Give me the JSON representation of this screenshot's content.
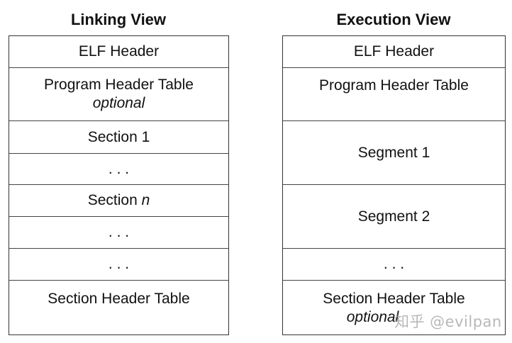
{
  "linking_view": {
    "title": "Linking View",
    "rows": {
      "elf_header": "ELF Header",
      "program_header_table": "Program Header Table",
      "program_header_note": "optional",
      "section_1": "Section 1",
      "ellipsis_1": ". . .",
      "section_n_prefix": "Section",
      "section_n_var": "n",
      "ellipsis_2": ". . .",
      "ellipsis_3": ". . .",
      "section_header_table": "Section Header Table"
    }
  },
  "execution_view": {
    "title": "Execution View",
    "rows": {
      "elf_header": "ELF Header",
      "program_header_table": "Program Header Table",
      "segment_1": "Segment 1",
      "segment_2": "Segment 2",
      "ellipsis": ". . .",
      "section_header_table": "Section Header Table",
      "section_header_note": "optional"
    }
  },
  "watermark": "知乎 @evilpan"
}
